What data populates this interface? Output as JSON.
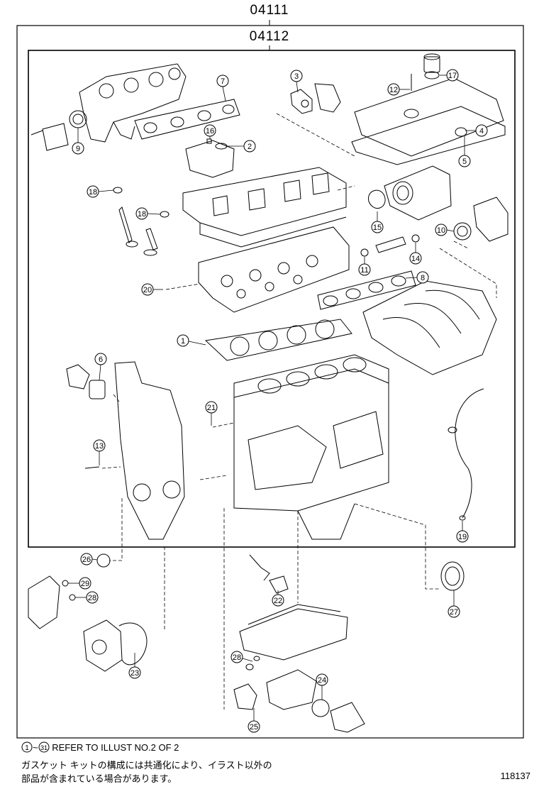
{
  "header": {
    "code_main": "04111",
    "code_sub": "04112"
  },
  "parts": [
    {
      "id": "p1",
      "label": "1"
    },
    {
      "id": "p2",
      "label": "2"
    },
    {
      "id": "p3",
      "label": "3"
    },
    {
      "id": "p4",
      "label": "4"
    },
    {
      "id": "p5",
      "label": "5"
    },
    {
      "id": "p6",
      "label": "6"
    },
    {
      "id": "p7",
      "label": "7"
    },
    {
      "id": "p8",
      "label": "8"
    },
    {
      "id": "p9",
      "label": "9"
    },
    {
      "id": "p10",
      "label": "10"
    },
    {
      "id": "p11",
      "label": "11"
    },
    {
      "id": "p12",
      "label": "12"
    },
    {
      "id": "p13",
      "label": "13"
    },
    {
      "id": "p14",
      "label": "14"
    },
    {
      "id": "p15",
      "label": "15"
    },
    {
      "id": "p16",
      "label": "16"
    },
    {
      "id": "p17",
      "label": "17"
    },
    {
      "id": "p18a",
      "label": "18"
    },
    {
      "id": "p18b",
      "label": "18"
    },
    {
      "id": "p19",
      "label": "19"
    },
    {
      "id": "p20",
      "label": "20"
    },
    {
      "id": "p21",
      "label": "21"
    },
    {
      "id": "p22",
      "label": "22"
    },
    {
      "id": "p23",
      "label": "23"
    },
    {
      "id": "p24",
      "label": "24"
    },
    {
      "id": "p25",
      "label": "25"
    },
    {
      "id": "p26",
      "label": "26"
    },
    {
      "id": "p27",
      "label": "27"
    },
    {
      "id": "p28a",
      "label": "28"
    },
    {
      "id": "p28b",
      "label": "28"
    },
    {
      "id": "p29",
      "label": "29"
    }
  ],
  "footer": {
    "note_range_start": "1",
    "note_range_end": "31",
    "note_text": "REFER TO ILLUST NO.2 OF 2",
    "note_jp_line1": "ガスケット キットの構成には共通化により、イラスト以外の",
    "note_jp_line2": "部品が含まれている場合があります。",
    "diagram_id": "118137"
  }
}
